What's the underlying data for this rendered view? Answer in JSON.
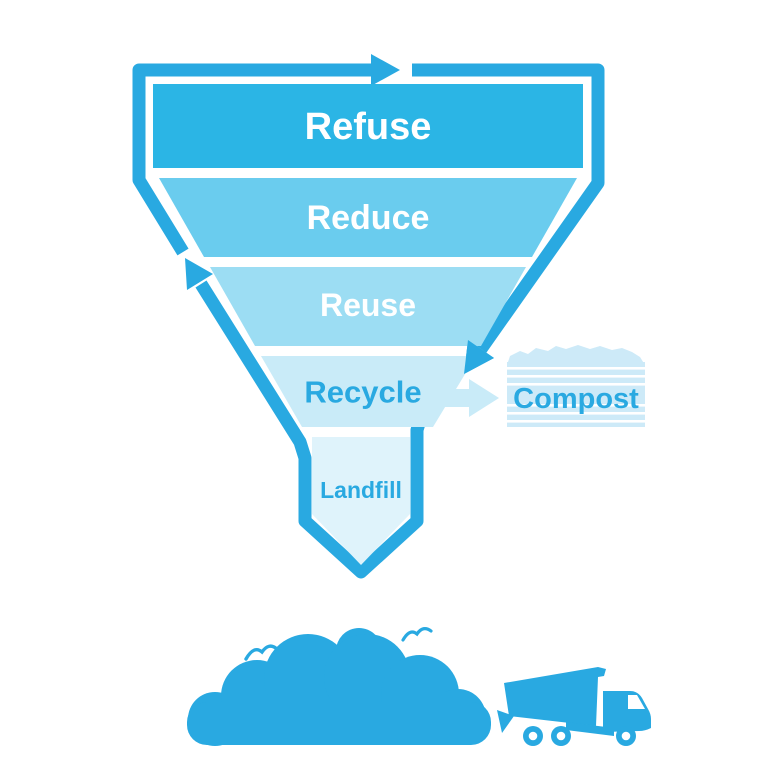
{
  "diagram_type": "waste-hierarchy-funnel",
  "funnel": {
    "levels": [
      {
        "id": "refuse",
        "label": "Refuse",
        "fill": "#2BB5E5",
        "text_color": "#FFFFFF"
      },
      {
        "id": "reduce",
        "label": "Reduce",
        "fill": "#6ACCEE",
        "text_color": "#FFFFFF"
      },
      {
        "id": "reuse",
        "label": "Reuse",
        "fill": "#9CDDF3",
        "text_color": "#FFFFFF"
      },
      {
        "id": "recycle",
        "label": "Recycle",
        "fill": "#C9EBF8",
        "text_color": "#29A9E1"
      },
      {
        "id": "landfill",
        "label": "Landfill",
        "fill": "#DFF3FB",
        "text_color": "#29A9E1"
      }
    ]
  },
  "compost": {
    "label": "Compost",
    "text_color": "#29A9E1"
  },
  "colors": {
    "primary": "#29A9E1",
    "white": "#FFFFFF",
    "compost_light": "#CDEAF8",
    "arrow_pale": "#C9EBF8"
  }
}
